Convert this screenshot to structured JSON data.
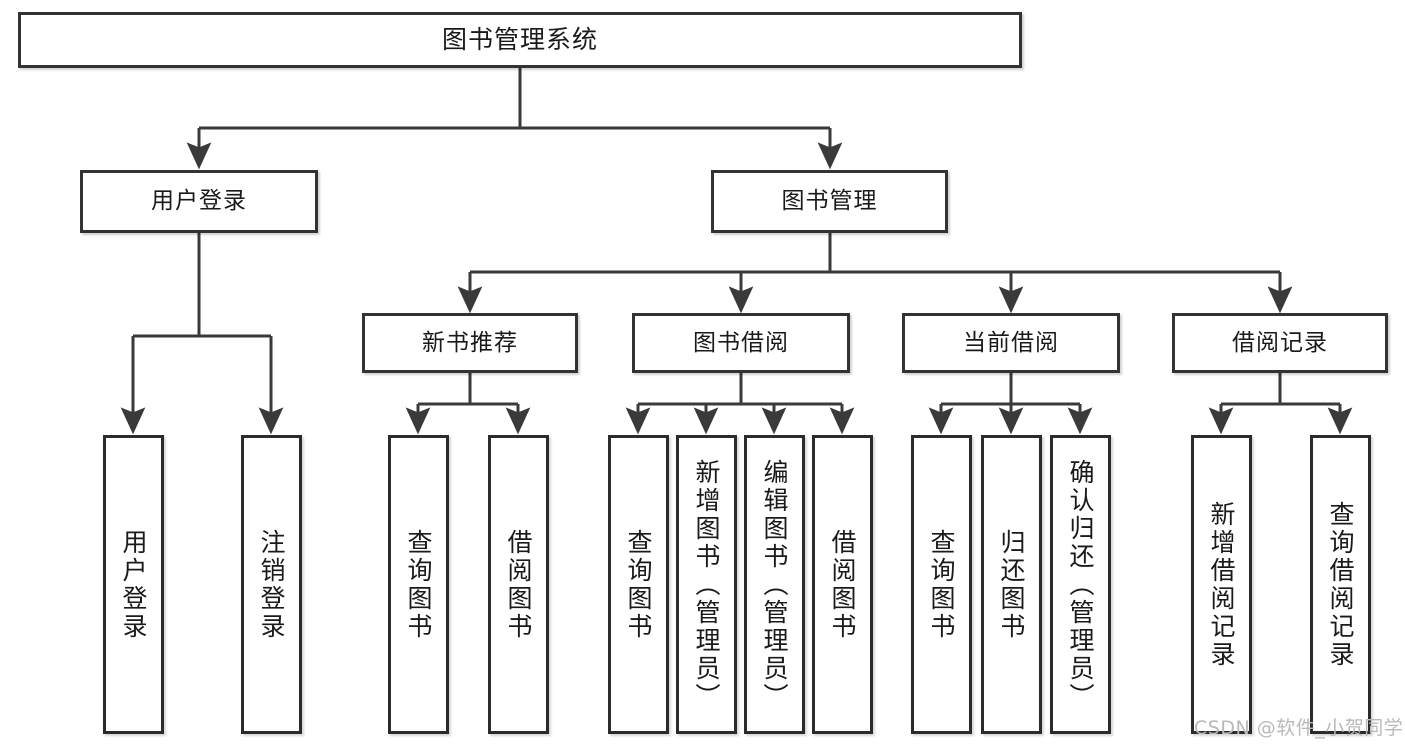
{
  "diagram": {
    "title": "图书管理系统",
    "type": "tree-hierarchy-diagram",
    "orientation": "top-down",
    "watermark": "CSDN @软件_小贺同学",
    "colors": {
      "box_border": "#333333",
      "box_fill": "#ffffff",
      "connector": "#3a3a3a",
      "text": "#1a1a1a",
      "watermark": "#b9b9b9",
      "background": "#ffffff"
    },
    "root": {
      "label": "图书管理系统"
    },
    "level2": [
      {
        "label": "用户登录"
      },
      {
        "label": "图书管理"
      }
    ],
    "level3": [
      {
        "label": "新书推荐"
      },
      {
        "label": "图书借阅"
      },
      {
        "label": "当前借阅"
      },
      {
        "label": "借阅记录"
      }
    ],
    "leaves": {
      "user_login": [
        {
          "label": "用户登录"
        },
        {
          "label": "注销登录"
        }
      ],
      "new_book_recommend": [
        {
          "label": "查询图书"
        },
        {
          "label": "借阅图书"
        }
      ],
      "book_borrow": [
        {
          "label": "查询图书"
        },
        {
          "label": "新增图书（管理员）"
        },
        {
          "label": "编辑图书（管理员）"
        },
        {
          "label": "借阅图书"
        }
      ],
      "current_borrow": [
        {
          "label": "查询图书"
        },
        {
          "label": "归还图书"
        },
        {
          "label": "确认归还（管理员）"
        }
      ],
      "borrow_record": [
        {
          "label": "新增借阅记录"
        },
        {
          "label": "查询借阅记录"
        }
      ]
    }
  }
}
